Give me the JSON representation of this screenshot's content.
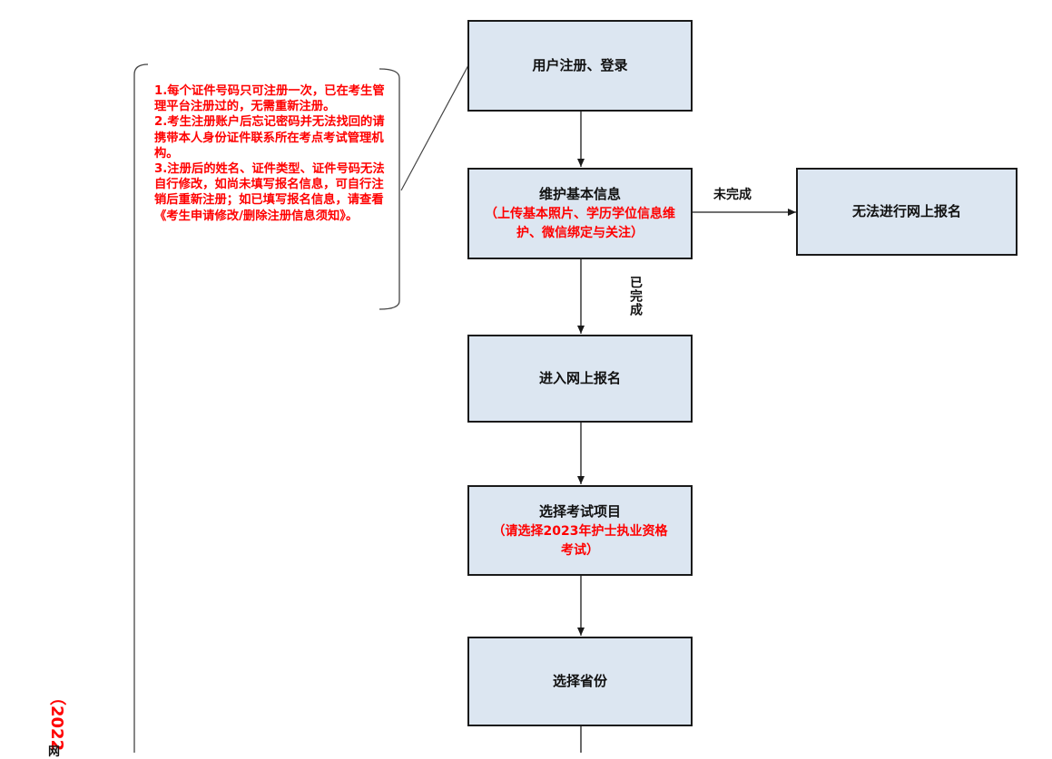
{
  "boxes": {
    "register": "用户注册、登录",
    "maintain_title": "维护基本信息",
    "maintain_sub": "（上传基本照片、学历学位信息维护、微信绑定与关注）",
    "cannot": "无法进行网上报名",
    "enter": "进入网上报名",
    "select_exam_title": "选择考试项目",
    "select_exam_sub": "（请选择2023年护士执业资格考试）",
    "select_province": "选择省份"
  },
  "labels": {
    "incomplete": "未完成",
    "complete": "已完成"
  },
  "notes": [
    "1.每个证件号码只可注册一次，已在考生管理平台注册过的，无需重新注册。",
    "2.考生注册账户后忘记密码并无法找回的请携带本人身份证件联系所在考点考试管理机构。",
    "3.注册后的姓名、证件类型、证件号码无法自行修改，如尚未填写报名信息，可自行注销后重新注册；如已填写报名信息，请查看《考生申请修改/删除注册信息须知》。"
  ],
  "side_text_red": "（2022",
  "side_text_black": "网"
}
